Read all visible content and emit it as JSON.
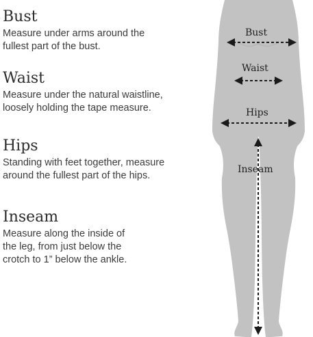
{
  "sections": {
    "bust": {
      "title": "Bust",
      "description_lines": [
        "Measure under arms around the",
        "fullest part of the bust."
      ]
    },
    "waist": {
      "title": "Waist",
      "description_lines": [
        "Measure under the natural waistline,",
        "loosely holding the tape measure."
      ]
    },
    "hips": {
      "title": "Hips",
      "description_lines": [
        "Standing with feet together, measure",
        "around the fullest part of the hips."
      ]
    },
    "inseam": {
      "title": "Inseam",
      "description_lines": [
        "Measure along the inside of",
        "the leg, from just below the",
        "crotch to 1” below the ankle."
      ]
    }
  },
  "figure": {
    "labels": {
      "bust": "Bust",
      "waist": "Waist",
      "hips": "Hips",
      "inseam": "Inseam"
    },
    "silhouette_color": "#c2c2c2",
    "arrow_color": "#1a1a1a"
  }
}
